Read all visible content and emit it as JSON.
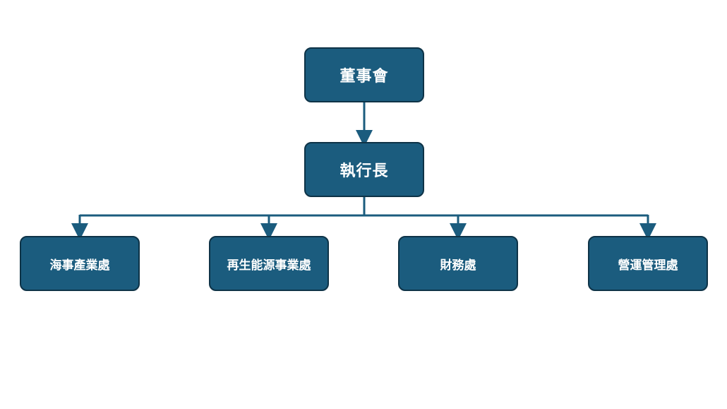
{
  "diagram": {
    "board": {
      "label": "董事會"
    },
    "ceo": {
      "label": "執行長"
    },
    "departments": [
      {
        "label": "海事產業處"
      },
      {
        "label": "再生能源事業處"
      },
      {
        "label": "財務處"
      },
      {
        "label": "營運管理處"
      }
    ],
    "colors": {
      "node_fill": "#1b5c7e",
      "node_border": "#0e3347",
      "connector": "#1b5c7e",
      "text": "#ffffff"
    }
  }
}
